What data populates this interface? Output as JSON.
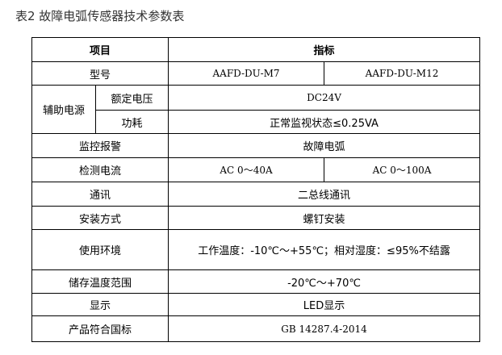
{
  "title": "表2 故障电弧传感器技术参数表",
  "header": {
    "item": "项目",
    "spec": "指标"
  },
  "rows": {
    "model": {
      "label": "型号",
      "v1": "AAFD-DU-M7",
      "v2": "AAFD-DU-M12"
    },
    "power": {
      "label": "辅助电源",
      "voltage_label": "额定电压",
      "voltage": "DC24V",
      "consumption_label": "功耗",
      "consumption": "正常监视状态≤0.25VA"
    },
    "alarm": {
      "label": "监控报警",
      "value": "故障电弧"
    },
    "current": {
      "label": "检测电流",
      "v1": "AC 0～40A",
      "v2": "AC 0～100A"
    },
    "comm": {
      "label": "通讯",
      "value": "二总线通讯"
    },
    "install": {
      "label": "安装方式",
      "value": "螺钉安装"
    },
    "env": {
      "label": "使用环境",
      "value": "工作温度：-10℃～+55℃；相对湿度：≤95%不结露"
    },
    "storage": {
      "label": "储存温度范围",
      "value": "-20℃～+70℃"
    },
    "display": {
      "label": "显示",
      "value": "LED显示"
    },
    "standard": {
      "label": "产品符合国标",
      "value": "GB 14287.4-2014"
    }
  }
}
